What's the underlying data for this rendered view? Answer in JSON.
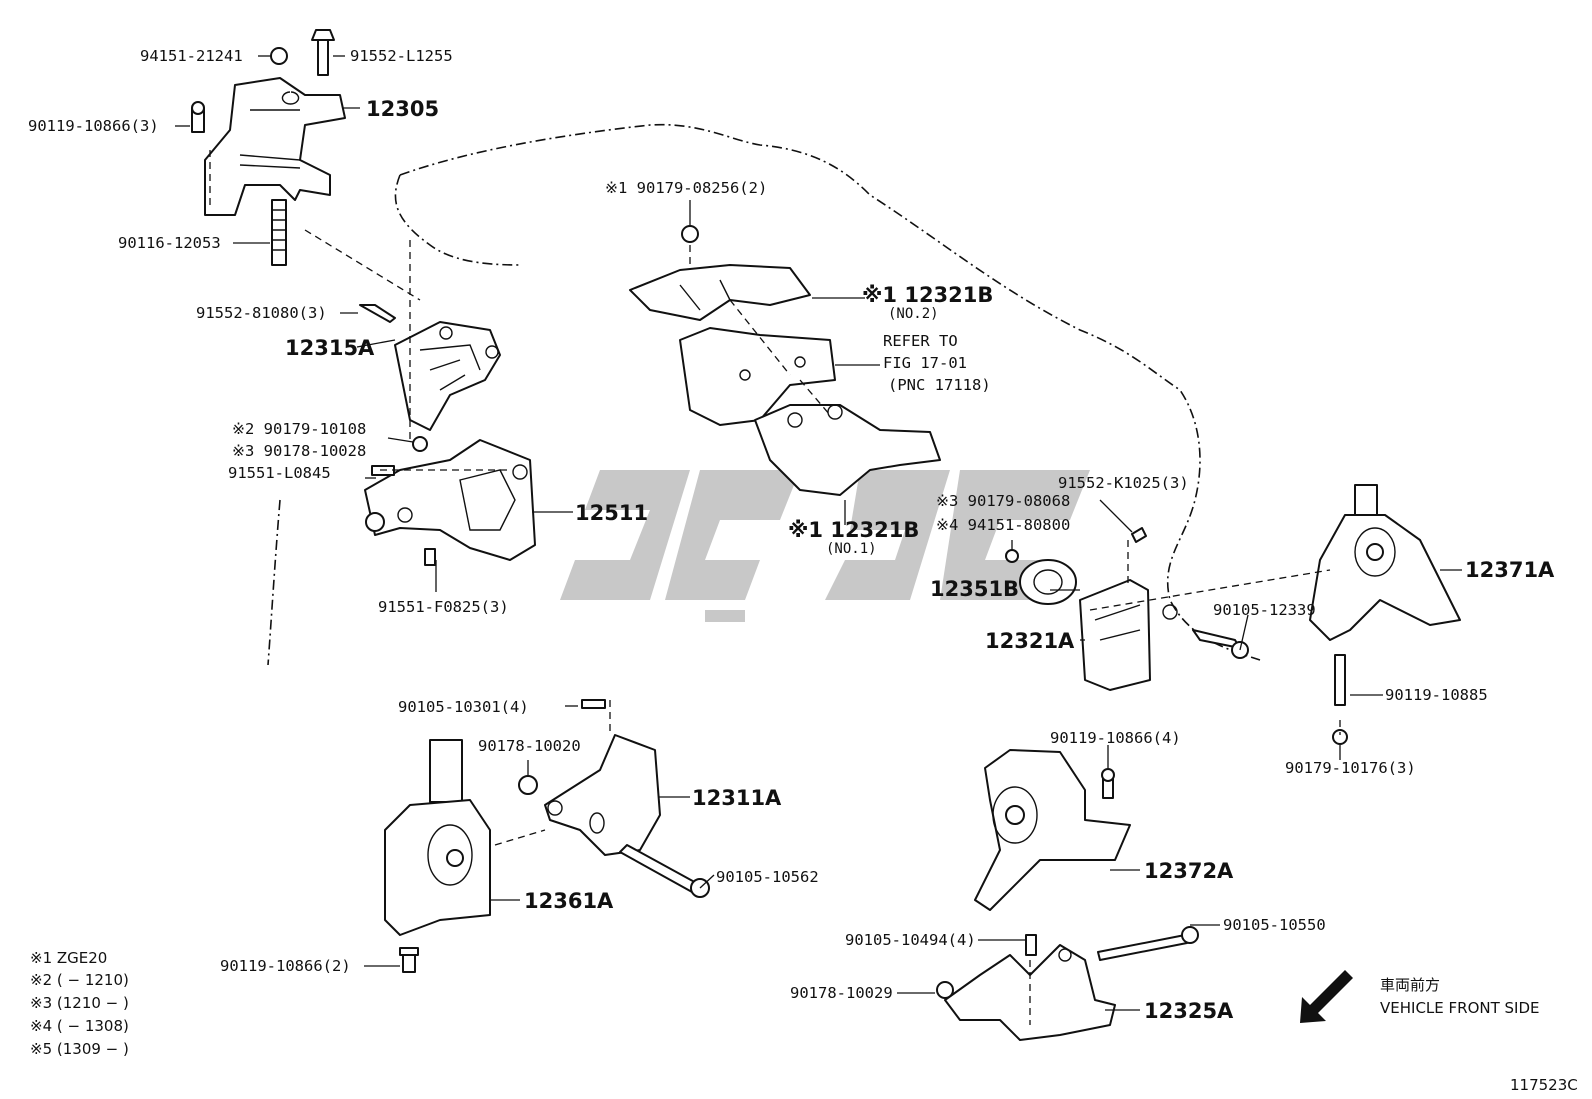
{
  "diagram": {
    "footnotes": [
      "※1 ZGE20",
      "※2 (        − 1210)",
      "※3 (1210 −        )",
      "※4 (        − 1308)",
      "※5 (1309 −        )"
    ],
    "direction": {
      "jp": "車両前方",
      "en": "VEHICLE FRONT SIDE"
    },
    "figure_id": "117523C",
    "refer": {
      "line1": "REFER TO",
      "line2": "FIG 17-01",
      "line3": "(PNC 17118)"
    },
    "labels": {
      "l_94151_21241": "94151-21241",
      "l_91552_L1255": "91552-L1255",
      "l_12305": "12305",
      "l_90119_10866_3": "90119-10866(3)",
      "l_90116_12053": "90116-12053",
      "l_91552_81080_3": "91552-81080(3)",
      "l_12315A": "12315A",
      "l_90179_10108": "※2 90179-10108",
      "l_90178_10028": "※3 90178-10028",
      "l_91551_L0845": "91551-L0845",
      "l_12511": "12511",
      "l_91551_F0825_3": "91551-F0825(3)",
      "l_90179_08256_2": "※1 90179-08256(2)",
      "l_12321B_no2": "※1 12321B",
      "l_no2": "(NO.2)",
      "l_12321B_no1": "※1 12321B",
      "l_no1": "(NO.1)",
      "l_90179_08068": "※3 90179-08068",
      "l_94151_80800": "※4 94151-80800",
      "l_91552_K1025_3": "91552-K1025(3)",
      "l_12351B": "12351B",
      "l_12321A": "12321A",
      "l_90105_12339": "90105-12339",
      "l_12371A": "12371A",
      "l_90119_10885": "90119-10885",
      "l_90179_10176_3": "90179-10176(3)",
      "l_90105_10301_4": "90105-10301(4)",
      "l_90178_10020": "90178-10020",
      "l_12311A": "12311A",
      "l_90105_10562": "90105-10562",
      "l_12361A": "12361A",
      "l_90119_10866_2": "90119-10866(2)",
      "l_90119_10866_4": "90119-10866(4)",
      "l_12372A": "12372A",
      "l_90105_10550": "90105-10550",
      "l_90105_10494_4": "90105-10494(4)",
      "l_90178_10029": "90178-10029",
      "l_12325A": "12325A"
    }
  }
}
